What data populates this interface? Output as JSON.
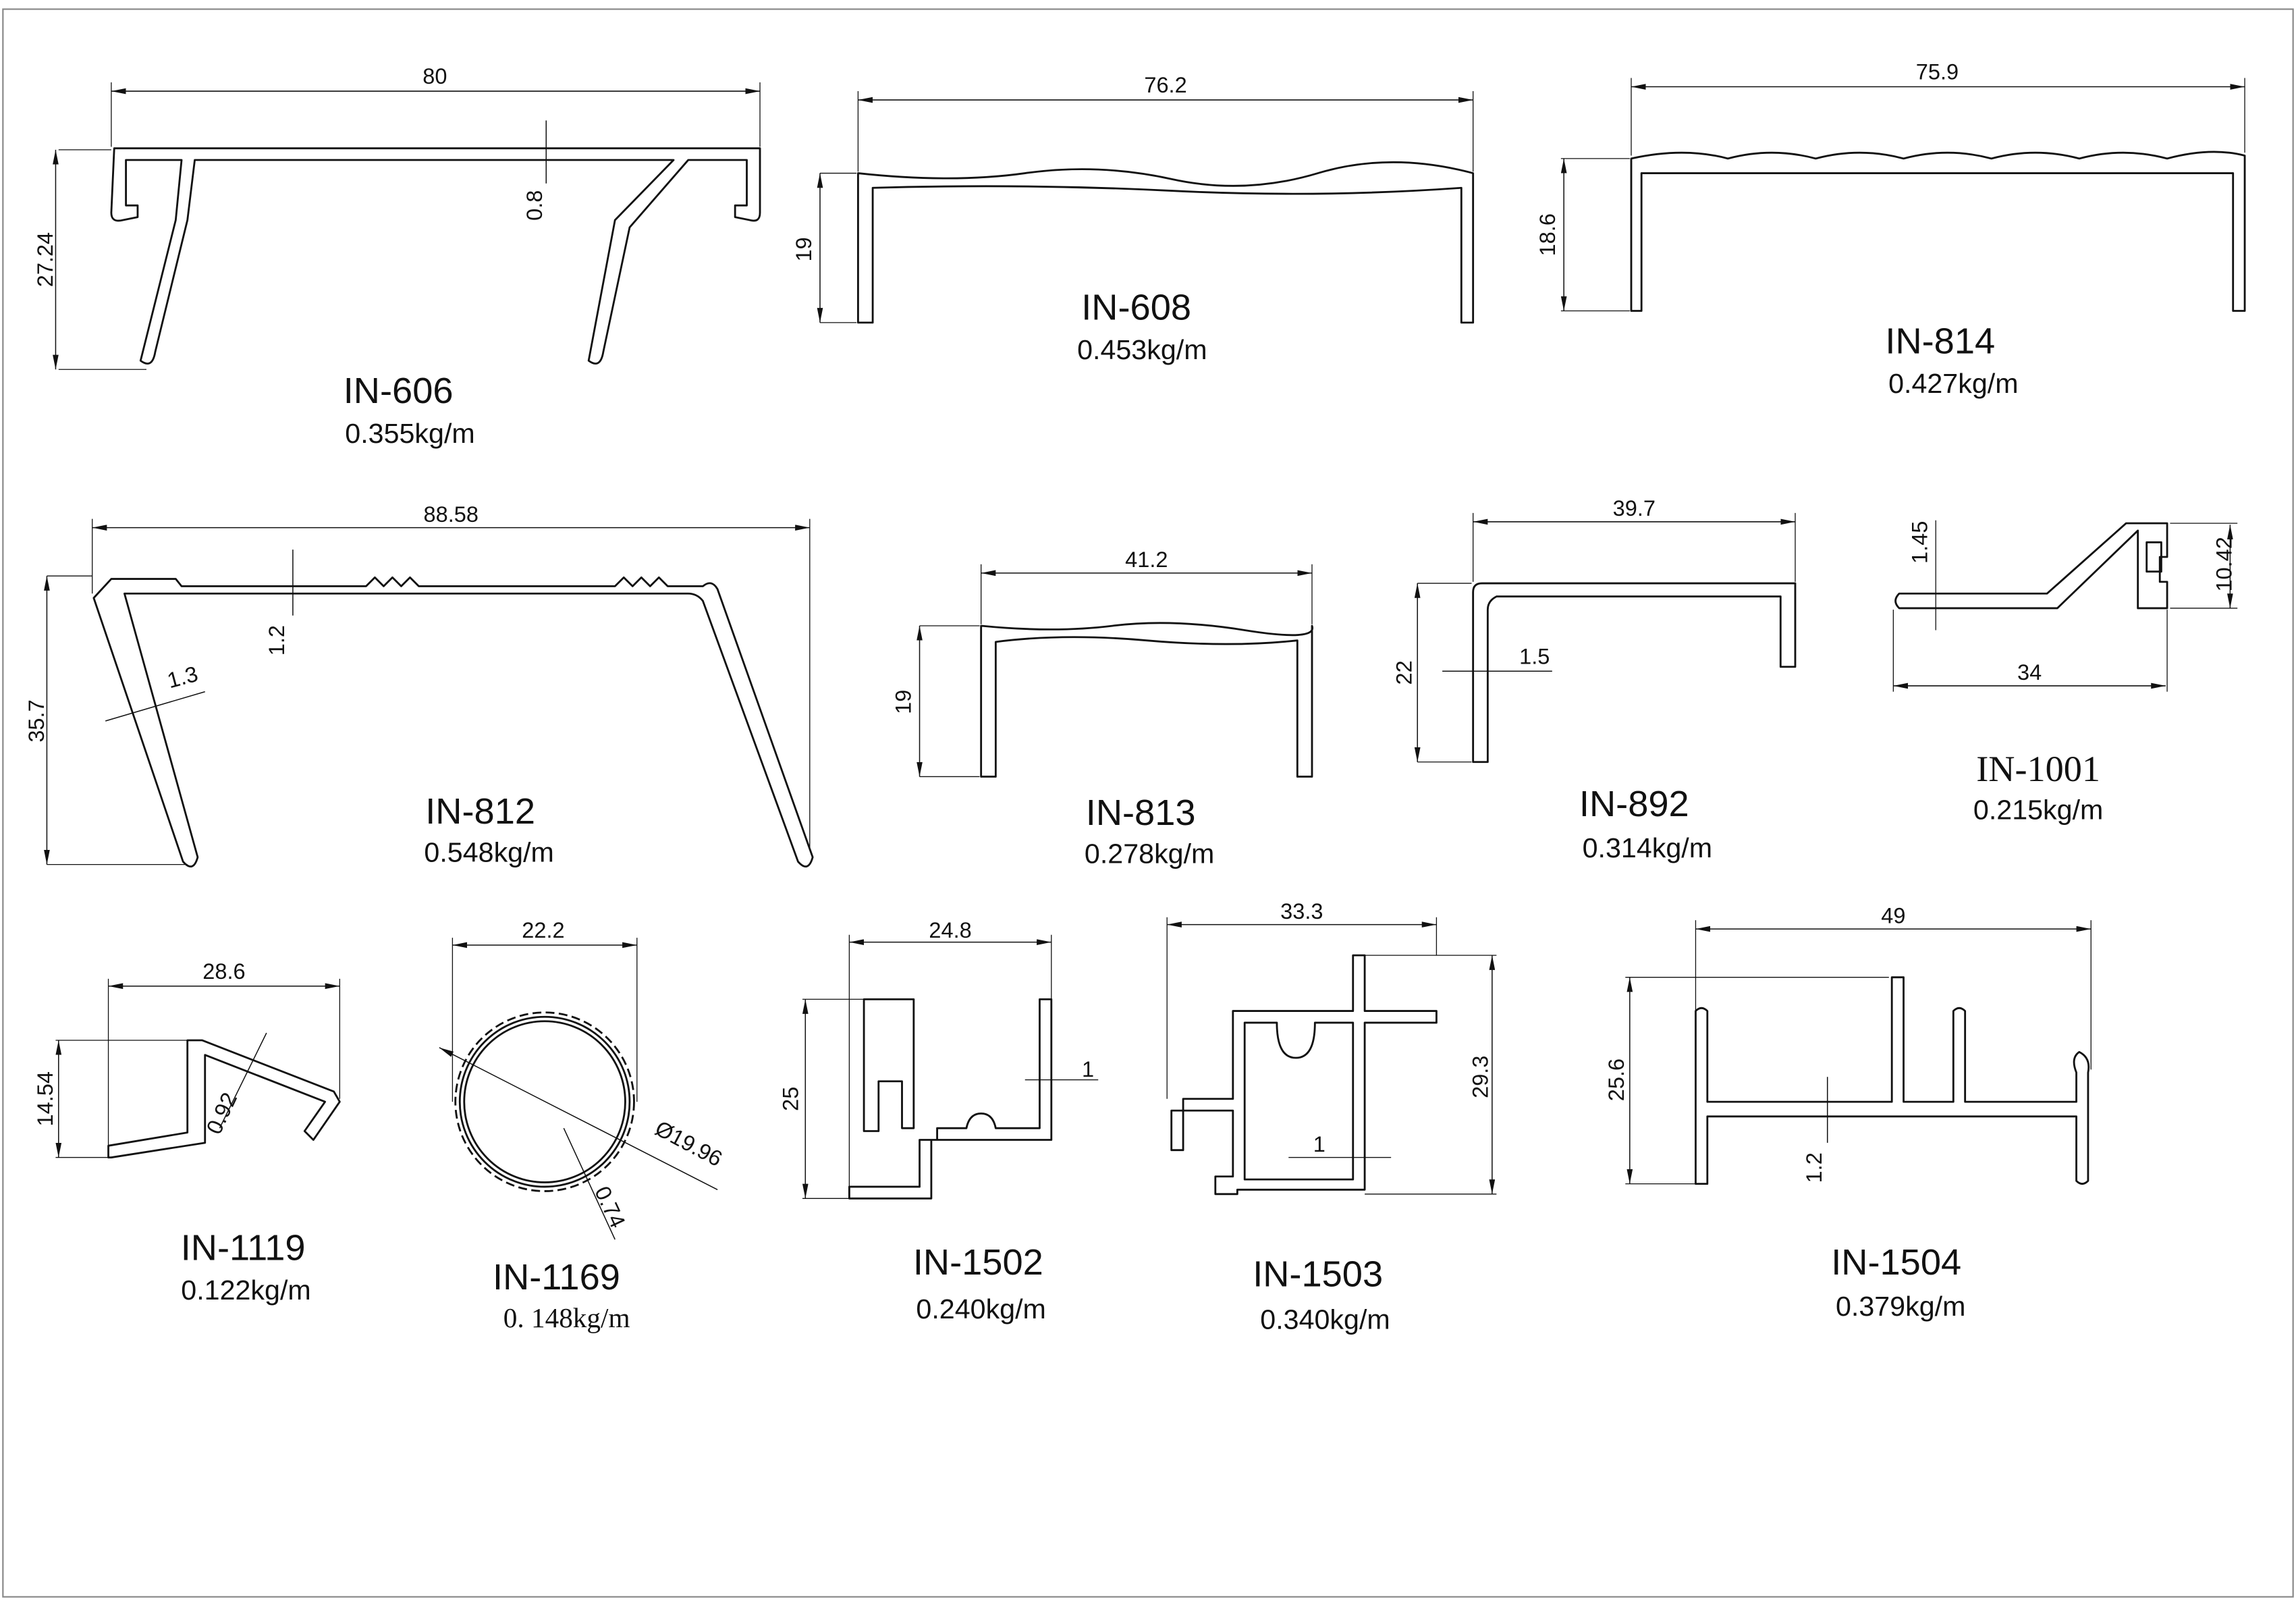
{
  "profiles": [
    {
      "name": "IN-606",
      "weight": "0.355kg/m",
      "dims": [
        "80",
        "27.24",
        "0.8"
      ]
    },
    {
      "name": "IN-608",
      "weight": "0.453kg/m",
      "dims": [
        "76.2",
        "19"
      ]
    },
    {
      "name": "IN-814",
      "weight": "0.427kg/m",
      "dims": [
        "75.9",
        "18.6"
      ]
    },
    {
      "name": "IN-812",
      "weight": "0.548kg/m",
      "dims": [
        "88.58",
        "35.7",
        "1.2",
        "1.3"
      ]
    },
    {
      "name": "IN-813",
      "weight": "0.278kg/m",
      "dims": [
        "41.2",
        "19"
      ]
    },
    {
      "name": "IN-892",
      "weight": "0.314kg/m",
      "dims": [
        "39.7",
        "22",
        "1.5"
      ]
    },
    {
      "name": "IN-1001",
      "weight": "0.215kg/m",
      "dims": [
        "34",
        "10.42",
        "1.45"
      ]
    },
    {
      "name": "IN-1119",
      "weight": "0.122kg/m",
      "dims": [
        "28.6",
        "14.54",
        "0.92"
      ]
    },
    {
      "name": "IN-1169",
      "weight": "0. 148kg/m",
      "dims": [
        "22.2",
        "Ø19.96",
        "0.74"
      ]
    },
    {
      "name": "IN-1502",
      "weight": "0.240kg/m",
      "dims": [
        "24.8",
        "25",
        "1"
      ]
    },
    {
      "name": "IN-1503",
      "weight": "0.340kg/m",
      "dims": [
        "33.3",
        "29.3",
        "1"
      ]
    },
    {
      "name": "IN-1504",
      "weight": "0.379kg/m",
      "dims": [
        "49",
        "25.6",
        "1.2"
      ]
    }
  ]
}
